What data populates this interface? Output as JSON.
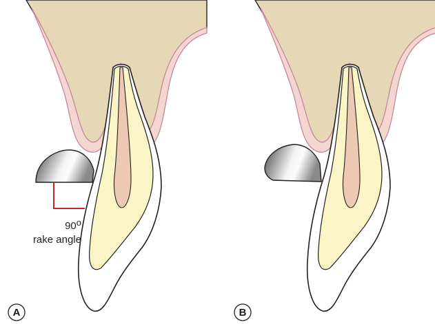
{
  "panels": [
    {
      "label": "A",
      "annotation": {
        "value": "90",
        "superscript": "o",
        "caption": "rake angle"
      }
    },
    {
      "label": "B"
    }
  ],
  "colors": {
    "bone": "#e6d7b7",
    "gingiva": "#f4d6d1",
    "gingiva_outline": "#c6859b",
    "dentin": "#fbf4c6",
    "pulp": "#edc9b4",
    "enamel": "#ffffff",
    "outline": "#231f20",
    "rake_line": "#c8232c",
    "curette_dark": "#555555",
    "curette_light": "#f2f2f2"
  }
}
